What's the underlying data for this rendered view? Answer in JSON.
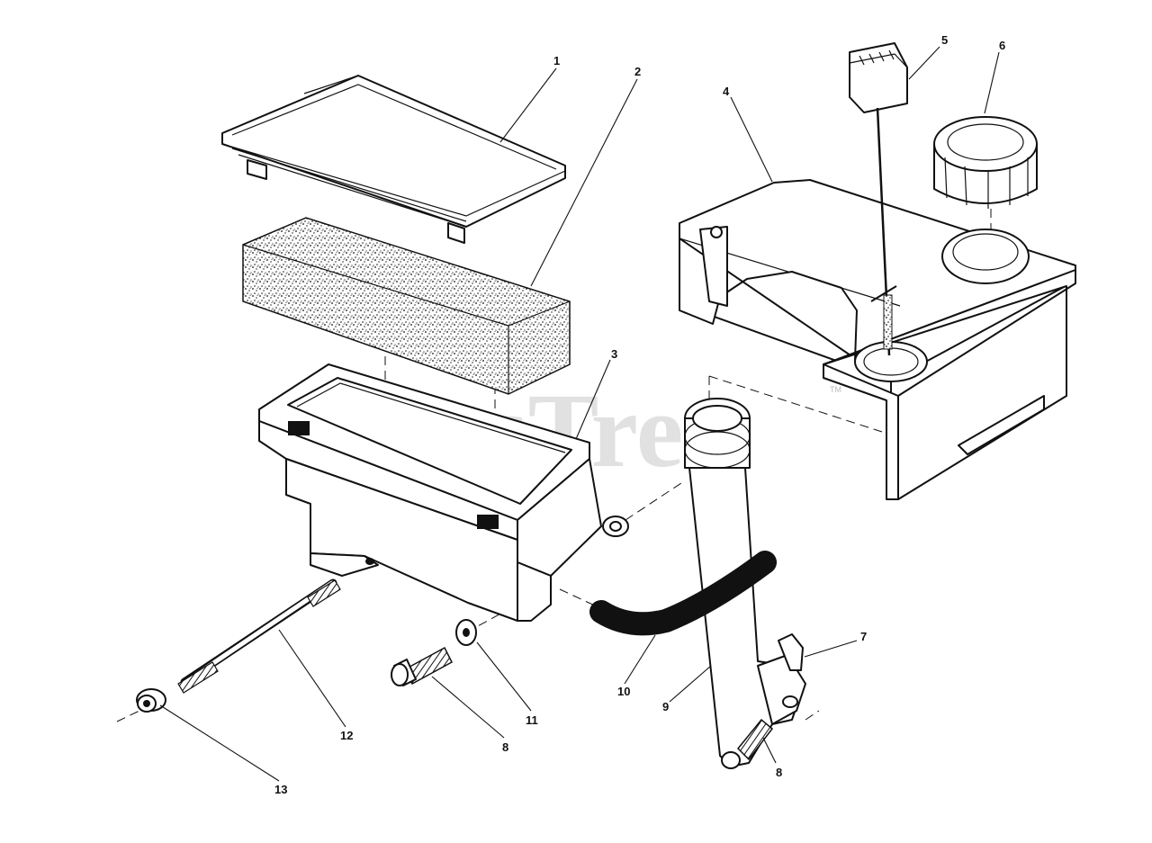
{
  "watermark": {
    "text": "PartsTree",
    "trademark": "TM"
  },
  "parts": [
    {
      "id": "callout-1",
      "number": "1"
    },
    {
      "id": "callout-2",
      "number": "2"
    },
    {
      "id": "callout-3",
      "number": "3"
    },
    {
      "id": "callout-4",
      "number": "4"
    },
    {
      "id": "callout-5",
      "number": "5"
    },
    {
      "id": "callout-6",
      "number": "6"
    },
    {
      "id": "callout-7",
      "number": "7"
    },
    {
      "id": "callout-8a",
      "number": "8"
    },
    {
      "id": "callout-8b",
      "number": "8"
    },
    {
      "id": "callout-9",
      "number": "9"
    },
    {
      "id": "callout-10",
      "number": "10"
    },
    {
      "id": "callout-11",
      "number": "11"
    },
    {
      "id": "callout-12",
      "number": "12"
    },
    {
      "id": "callout-13",
      "number": "13"
    }
  ]
}
